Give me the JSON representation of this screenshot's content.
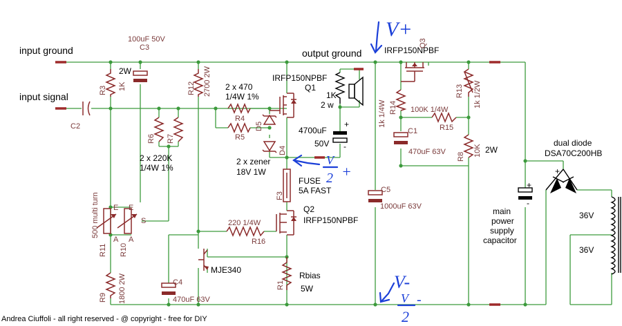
{
  "texts": {
    "input_ground": "input ground",
    "input_signal": "input signal",
    "output_ground": "output ground",
    "c3": "100uF 50V",
    "c3_ref": "C3",
    "r3_ref": "R3",
    "r3_val": "1K",
    "r3_power": "2W",
    "r12_ref": "R12",
    "r12_val": "2700 2W",
    "c2_ref": "C2",
    "r6_ref": "R6",
    "r7_ref": "R7",
    "r67_note1": "2 x 220K",
    "r67_note2": "1/4W 1%",
    "r45_note1": "2 x 470",
    "r45_note2": "1/4W 1%",
    "r4_ref": "R4",
    "r5_ref": "R5",
    "d5_ref": "D5",
    "d4_ref": "D4",
    "zener1": "2 x zener",
    "zener2": "18V 1W",
    "q1_part": "IRFP150NPBF",
    "q1_ref": "Q1",
    "q2_part": "IRFP150NPBF",
    "q2_ref": "Q2",
    "q3_part": "IRFP150NPBF",
    "q3_ref": "Q3",
    "spk1": "1K",
    "spk2": "2 w",
    "cout": "4700uF",
    "cout_v": "50V",
    "fuse1": "FUSE",
    "fuse2": "5A FAST",
    "f3_ref": "F3",
    "c5_ref": "C5",
    "c5_val": "1000uF 63V",
    "r14_ref": "R14",
    "r14_val": "1k 1/4W",
    "r15_ref": "R15",
    "r15_val": "100K 1/4W",
    "r13_ref": "R13",
    "r13_val": "1k 1/2W",
    "c1_ref": "C1",
    "c1_val": "470uF 63V",
    "r8_ref": "R8",
    "r8_val": "10K",
    "r8_power": "2W",
    "pot": "500 multi turn",
    "r11_ref": "R11",
    "r10_ref": "R10",
    "pot_s": "S",
    "pot_e1": "E",
    "pot_e2": "E",
    "pot_a1": "A",
    "pot_a2": "A",
    "r16_val": "220 1/4W",
    "r16_ref": "R16",
    "r9_ref": "R9",
    "r9_val": "1800 2W",
    "c4_ref": "C4",
    "c4_val": "470uF 63V",
    "mje": "MJE340",
    "rbias": "Rbias",
    "r1_ref": "R1",
    "r1_val": "5W",
    "dual1": "dual diode",
    "dual2": "DSA70C200HB",
    "main1": "main",
    "main2": "power",
    "main3": "supply",
    "main4": "capacitor",
    "v36a": "36V",
    "v36b": "36V",
    "credit": "Andrea Ciuffoli - all right reserved - @ copyright - free for DIY",
    "vplus": "V+",
    "vminus": "V-",
    "vhalf_plus_num": "V",
    "vhalf_plus_den": "2",
    "vhalf_plus_sign": "+",
    "vhalf_minus_num": "V",
    "vhalf_minus_den": "2",
    "vhalf_minus_sign": "-",
    "plus": "+",
    "minus": "-"
  },
  "colors": {
    "wire": "#3c9a3c",
    "component": "#8b2a2a",
    "annotation": "#1b3fd8"
  }
}
